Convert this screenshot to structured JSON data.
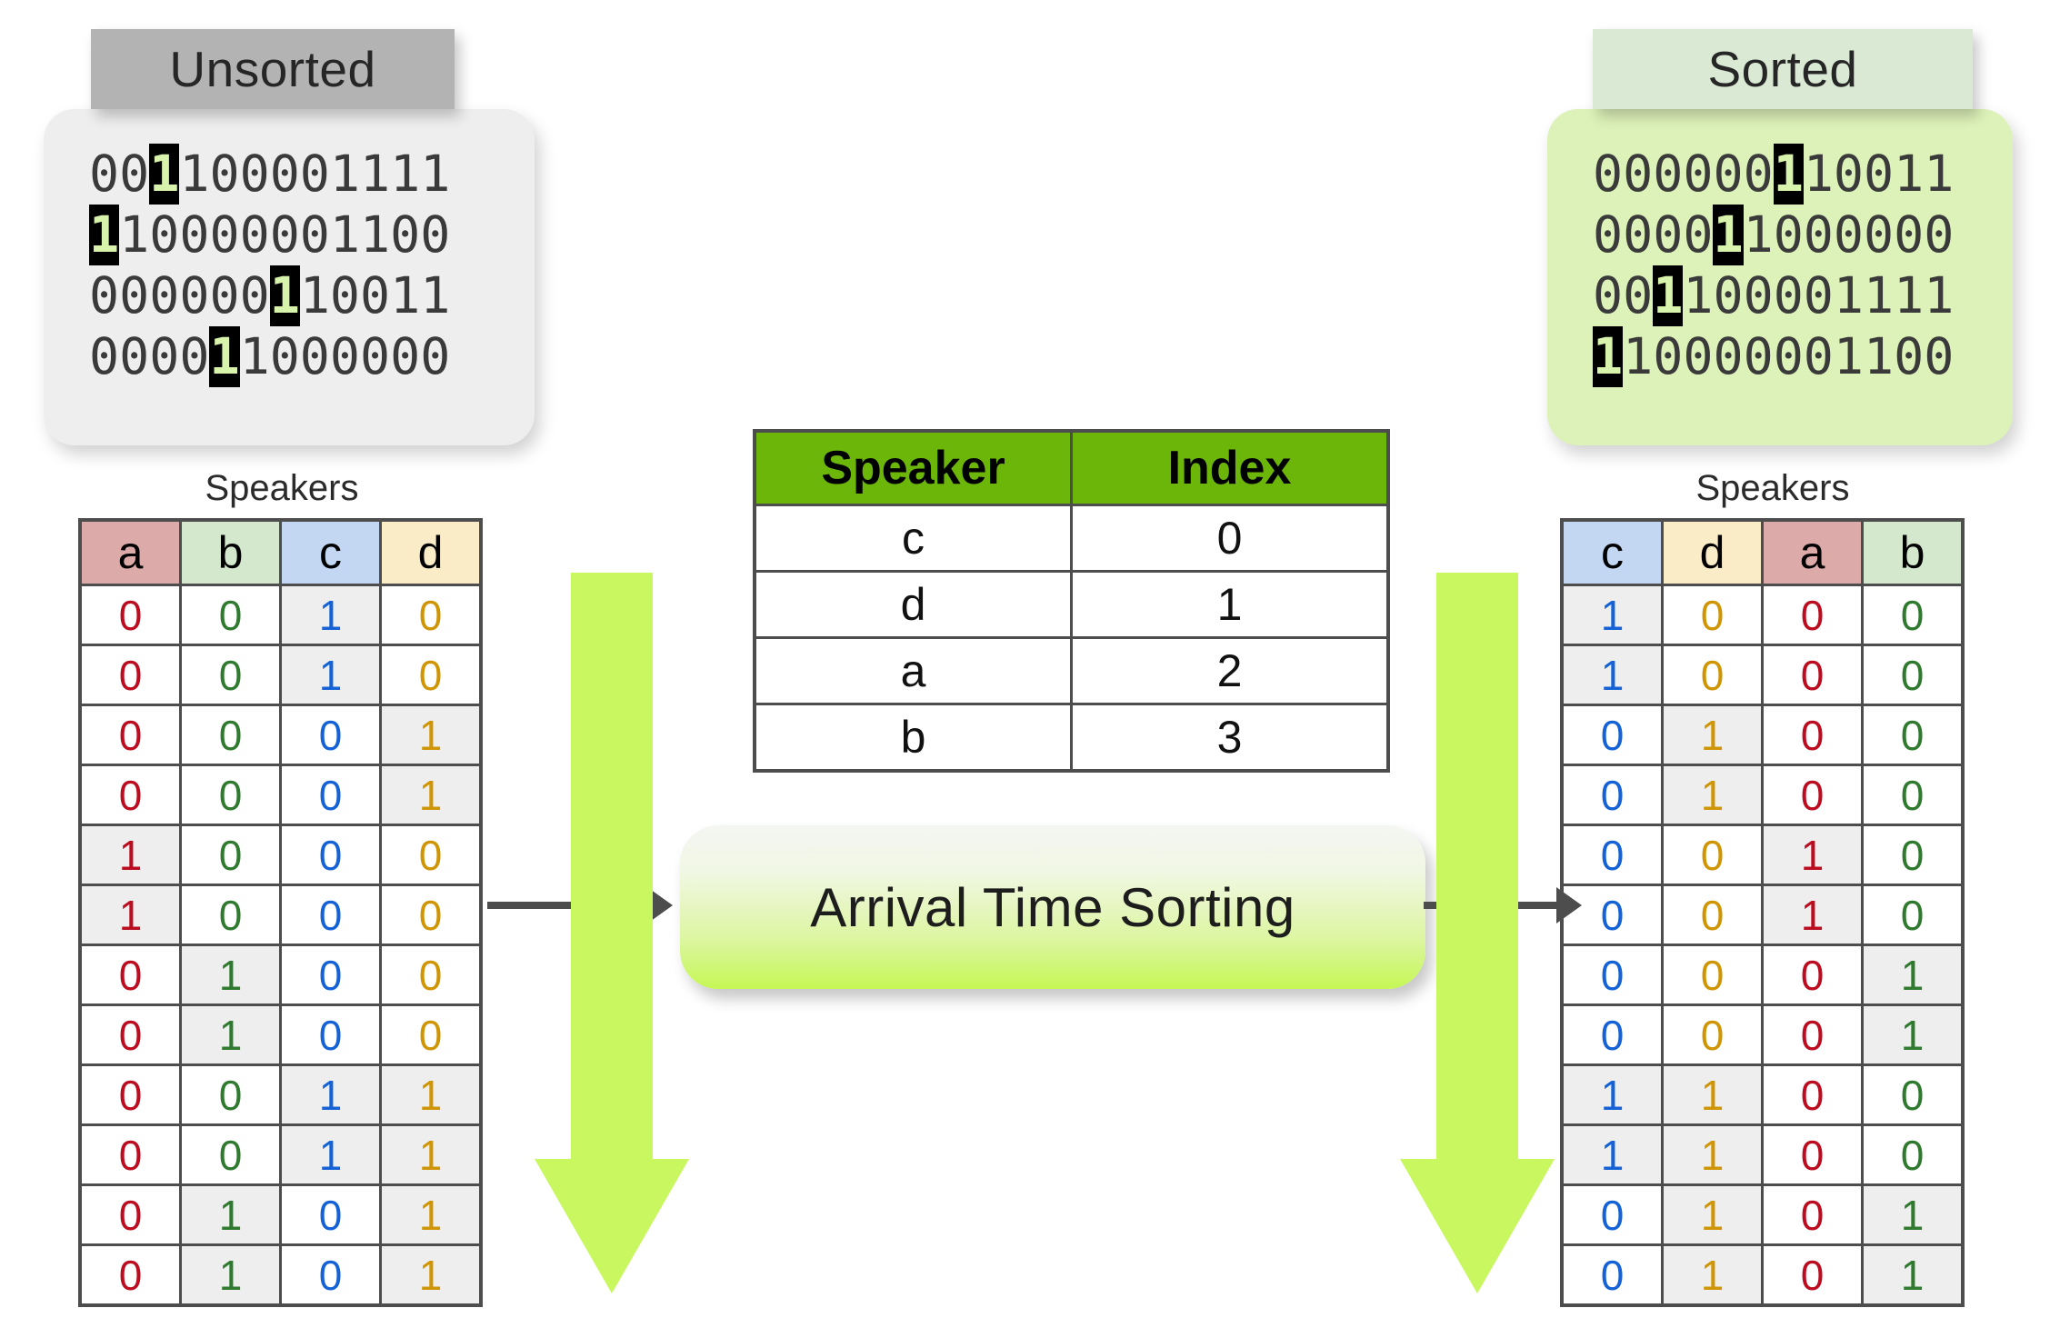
{
  "unsorted_card": {
    "title": "Unsorted",
    "rows": [
      {
        "pre": "00",
        "hl": "1",
        "post": "100001111"
      },
      {
        "pre": "",
        "hl": "1",
        "post": "10000001100"
      },
      {
        "pre": "000000",
        "hl": "1",
        "post": "10011"
      },
      {
        "pre": "0000",
        "hl": "1",
        "post": "1000000"
      }
    ]
  },
  "sorted_card": {
    "title": "Sorted",
    "rows": [
      {
        "pre": "000000",
        "hl": "1",
        "post": "10011"
      },
      {
        "pre": "0000",
        "hl": "1",
        "post": "1000000"
      },
      {
        "pre": "00",
        "hl": "1",
        "post": "100001111"
      },
      {
        "pre": "",
        "hl": "1",
        "post": "10000001100"
      }
    ]
  },
  "left_table": {
    "caption": "Speakers",
    "columns": [
      "a",
      "b",
      "c",
      "d"
    ],
    "rows": [
      [
        "0",
        "0",
        "1",
        "0"
      ],
      [
        "0",
        "0",
        "1",
        "0"
      ],
      [
        "0",
        "0",
        "0",
        "1"
      ],
      [
        "0",
        "0",
        "0",
        "1"
      ],
      [
        "1",
        "0",
        "0",
        "0"
      ],
      [
        "1",
        "0",
        "0",
        "0"
      ],
      [
        "0",
        "1",
        "0",
        "0"
      ],
      [
        "0",
        "1",
        "0",
        "0"
      ],
      [
        "0",
        "0",
        "1",
        "1"
      ],
      [
        "0",
        "0",
        "1",
        "1"
      ],
      [
        "0",
        "1",
        "0",
        "1"
      ],
      [
        "0",
        "1",
        "0",
        "1"
      ]
    ]
  },
  "right_table": {
    "caption": "Speakers",
    "columns": [
      "c",
      "d",
      "a",
      "b"
    ],
    "rows": [
      [
        "1",
        "0",
        "0",
        "0"
      ],
      [
        "1",
        "0",
        "0",
        "0"
      ],
      [
        "0",
        "1",
        "0",
        "0"
      ],
      [
        "0",
        "1",
        "0",
        "0"
      ],
      [
        "0",
        "0",
        "1",
        "0"
      ],
      [
        "0",
        "0",
        "1",
        "0"
      ],
      [
        "0",
        "0",
        "0",
        "1"
      ],
      [
        "0",
        "0",
        "0",
        "1"
      ],
      [
        "1",
        "1",
        "0",
        "0"
      ],
      [
        "1",
        "1",
        "0",
        "0"
      ],
      [
        "0",
        "1",
        "0",
        "1"
      ],
      [
        "0",
        "1",
        "0",
        "1"
      ]
    ]
  },
  "index_table": {
    "headers": [
      "Speaker",
      "Index"
    ],
    "rows": [
      [
        "c",
        "0"
      ],
      [
        "d",
        "1"
      ],
      [
        "a",
        "2"
      ],
      [
        "b",
        "3"
      ]
    ]
  },
  "process": {
    "label": "Arrival Time Sorting"
  },
  "colors": {
    "header_a": "#ddaaaa",
    "header_b": "#d3e8cd",
    "header_c": "#c3d7f2",
    "header_d": "#fbecc8",
    "value_a": "#bb0c20",
    "value_b": "#2f7a2f",
    "value_c": "#1562d6",
    "value_d": "#cf9504",
    "arrow_green": "#c9f75f",
    "index_header_green": "#6cb60a",
    "highlight_bg": "#000000",
    "highlight_fg": "#d8f3ab",
    "one_cell_bg": "#eeeeee"
  }
}
